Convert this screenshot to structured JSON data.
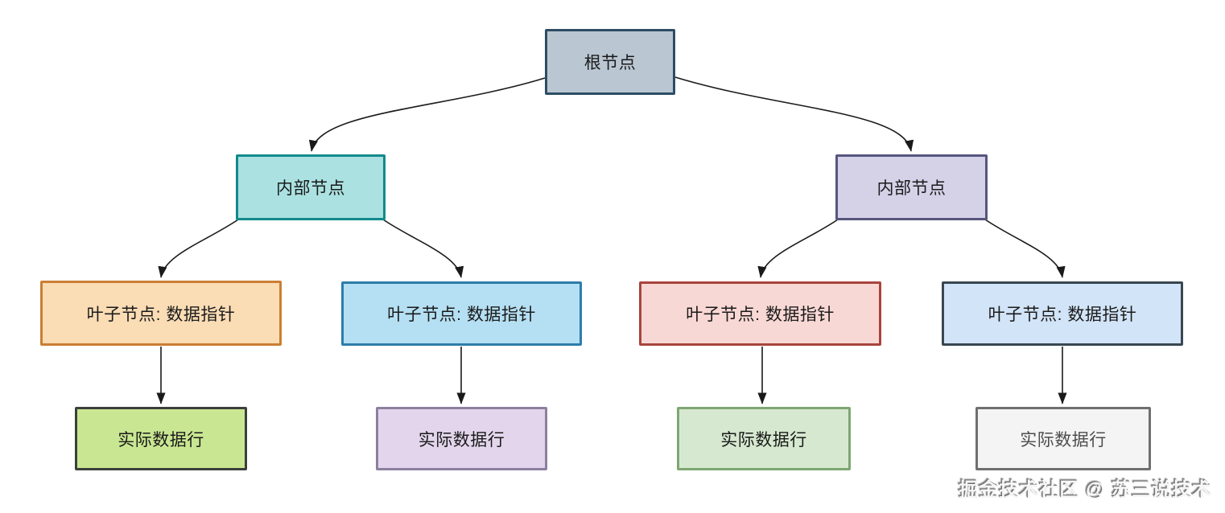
{
  "diagram": {
    "type": "tree-diagram",
    "subject": "B+ tree index structure",
    "edge_color": "#1a1a1a",
    "nodes": [
      {
        "id": "root",
        "label": "根节点",
        "fill": "#bac7d2",
        "border": "#2e4d63",
        "text_color": "#1a1a1a"
      },
      {
        "id": "internal-left",
        "label": "内部节点",
        "fill": "#abe1e1",
        "border": "#118a8b",
        "text_color": "#1a1a1a"
      },
      {
        "id": "internal-right",
        "label": "内部节点",
        "fill": "#d5d2e8",
        "border": "#56567e",
        "text_color": "#1a1a1a"
      },
      {
        "id": "leaf-1",
        "label": "叶子节点: 数据指针",
        "fill": "#fadcb5",
        "border": "#cb7e33",
        "text_color": "#1a1a1a"
      },
      {
        "id": "leaf-2",
        "label": "叶子节点: 数据指针",
        "fill": "#b5dff2",
        "border": "#2d7daa",
        "text_color": "#1a1a1a"
      },
      {
        "id": "leaf-3",
        "label": "叶子节点: 数据指针",
        "fill": "#f8d8d5",
        "border": "#a9443c",
        "text_color": "#1a1a1a"
      },
      {
        "id": "leaf-4",
        "label": "叶子节点: 数据指针",
        "fill": "#d2e4f7",
        "border": "#384750",
        "text_color": "#1a1a1a"
      },
      {
        "id": "row-1",
        "label": "实际数据行",
        "fill": "#c9e792",
        "border": "#3b403a",
        "text_color": "#1a1a1a"
      },
      {
        "id": "row-2",
        "label": "实际数据行",
        "fill": "#e3d6ec",
        "border": "#8d7f9f",
        "text_color": "#1a1a1a"
      },
      {
        "id": "row-3",
        "label": "实际数据行",
        "fill": "#d6e9d0",
        "border": "#7ea673",
        "text_color": "#1a1a1a"
      },
      {
        "id": "row-4",
        "label": "实际数据行",
        "fill": "#f4f4f4",
        "border": "#6f6f6f",
        "text_color": "#4d4d4d"
      }
    ],
    "edges": [
      {
        "from": "root",
        "to": "internal-left"
      },
      {
        "from": "root",
        "to": "internal-right"
      },
      {
        "from": "internal-left",
        "to": "leaf-1"
      },
      {
        "from": "internal-left",
        "to": "leaf-2"
      },
      {
        "from": "internal-right",
        "to": "leaf-3"
      },
      {
        "from": "internal-right",
        "to": "leaf-4"
      },
      {
        "from": "leaf-1",
        "to": "row-1"
      },
      {
        "from": "leaf-2",
        "to": "row-2"
      },
      {
        "from": "leaf-3",
        "to": "row-3"
      },
      {
        "from": "leaf-4",
        "to": "row-4"
      }
    ],
    "watermark": {
      "text": "掘金技术社区 @ 苏三说技术"
    }
  }
}
